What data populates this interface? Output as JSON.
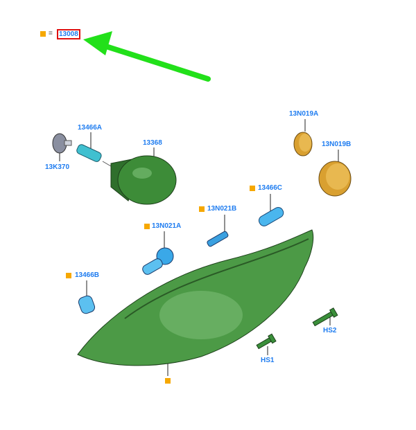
{
  "legend": {
    "equals": "=",
    "part_number": "13008"
  },
  "labels": {
    "l13466A": "13466A",
    "l13K370": "13K370",
    "l13368": "13368",
    "l13N019A": "13N019A",
    "l13N019B": "13N019B",
    "l13466C": "13466C",
    "l13N021B": "13N021B",
    "l13N021A": "13N021A",
    "l13466B": "13466B",
    "lHS2": "HS2",
    "lHS1": "HS1"
  },
  "colors": {
    "label": "#1e7cf0",
    "marker": "#f6a800",
    "arrow": "#22e01a",
    "housing": "#3f8f3a",
    "bulb": "#3aa8e8",
    "amber": "#e0a020"
  }
}
